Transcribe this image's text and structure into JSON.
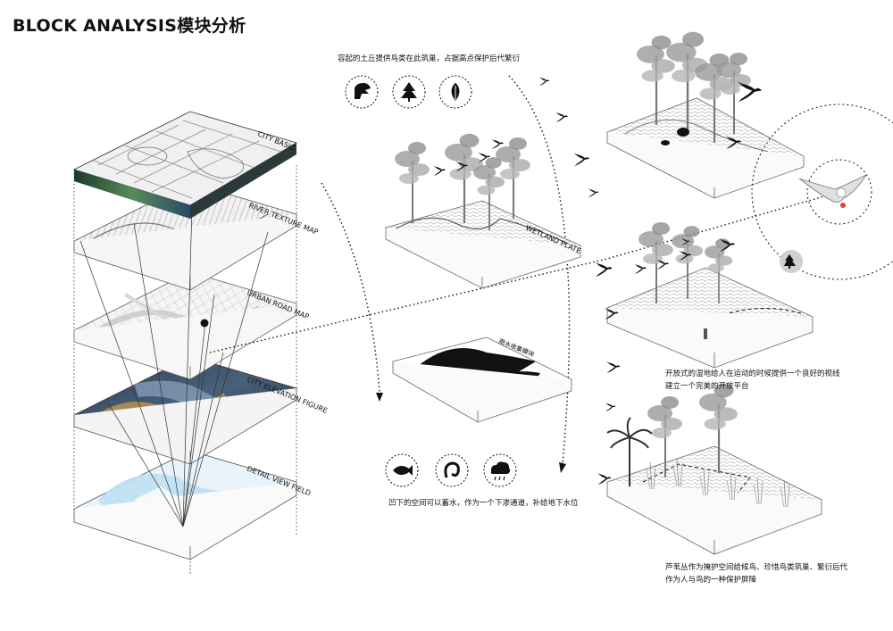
{
  "title": "BLOCK ANALYSIS模块分析",
  "layers": [
    {
      "label": "CITY BASIC"
    },
    {
      "label": "RIVER TEXTURE MAP"
    },
    {
      "label": "URBAN ROAD MAP"
    },
    {
      "label": "CITY ELEVATION FIGURE"
    },
    {
      "label": "DETAIL VIEW FIELD"
    }
  ],
  "captions": {
    "top": "容起的土丘提供鸟类在此筑巢，占据高点保护后代繁衍",
    "bottom_center": "凹下的空间可以蓄水，作为一个下渗通道，补给地下水位",
    "right_middle_1": "开放式的湿地给人在运动的时候提供一个良好的视线",
    "right_middle_2": "建立一个完美的开放平台",
    "right_bottom_1": "芦苇丛作为掩护空间给候鸟、珍惜鸟类筑巢、繁衍后代",
    "right_bottom_2": "作为人与鸟的一种保护屏障"
  },
  "block_labels": {
    "wetland_plate": "WETLAND PLATE",
    "rain_collection": "雨水收集模块"
  },
  "icons": {
    "top": [
      "bird-head-icon",
      "pine-tree-icon",
      "leaf-icon"
    ],
    "bottom": [
      "fish-icon",
      "worm-icon",
      "cloud-rain-icon"
    ]
  },
  "colors": {
    "ink": "#111111",
    "grey_map": "#9a9a9a",
    "dark_blue": "#3b4658",
    "water_blue": "#bfe0f2",
    "tree_grey": "#8a8a8a"
  }
}
